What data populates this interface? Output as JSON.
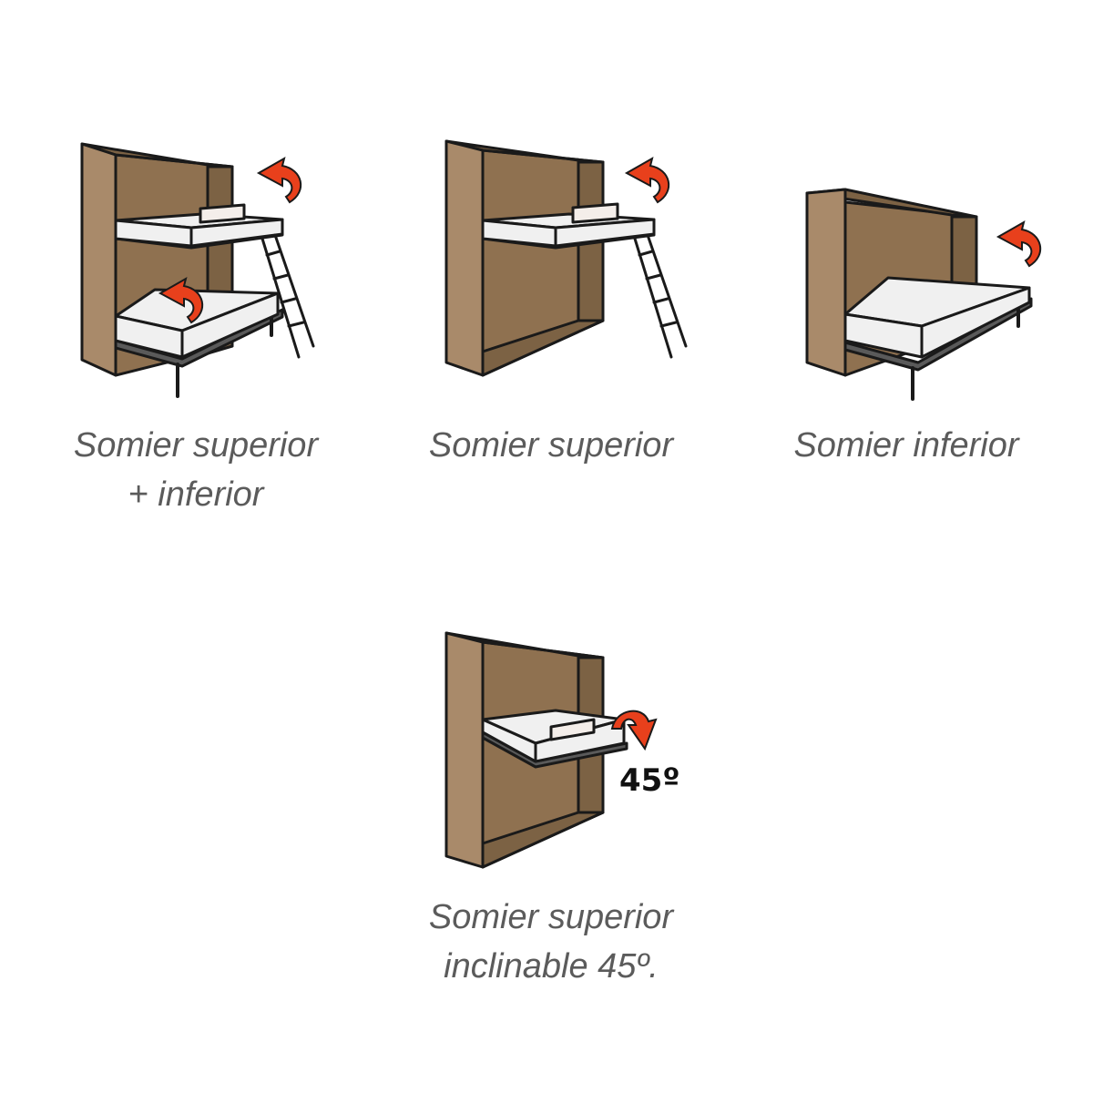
{
  "options": [
    {
      "caption_line1": "Somier superior",
      "caption_line2": "+ inferior"
    },
    {
      "caption_line1": "Somier superior",
      "caption_line2": ""
    },
    {
      "caption_line1": "Somier inferior",
      "caption_line2": ""
    },
    {
      "caption_line1": "Somier superior",
      "caption_line2": "inclinable 45º.",
      "angle_label": "45º"
    }
  ],
  "icons": {
    "cabinet": "wall-bed-cabinet-icon",
    "mattress": "mattress-icon",
    "ladder": "ladder-icon",
    "arrow": "fold-arrow-icon"
  },
  "colors": {
    "wood_front": "#a98a6a",
    "wood_inner": "#8f7150",
    "mattress": "#f0f0f0",
    "frame": "#5a5a5a",
    "arrow": "#e8401c",
    "caption": "#5b5b5b"
  }
}
